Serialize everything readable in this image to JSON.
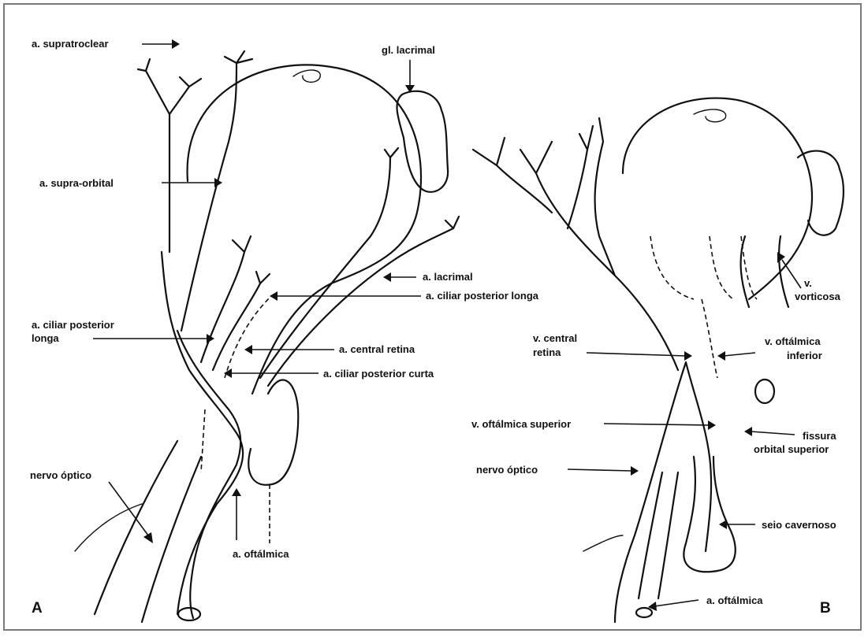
{
  "panels": [
    {
      "letter": "A",
      "labels": {
        "supratroclear": "a. supratroclear",
        "gl_lacrimal": "gl. lacrimal",
        "supra_orbital": "a. supra-orbital",
        "lacrimal": "a. lacrimal",
        "ciliar_post_longa_right": "a. ciliar posterior longa",
        "ciliar_post_longa_left_1": "a. ciliar posterior",
        "ciliar_post_longa_left_2": "longa",
        "central_retina": "a. central retina",
        "ciliar_post_curta": "a. ciliar posterior curta",
        "nervo_optico": "nervo óptico",
        "oftalmica": "a. oftálmica"
      }
    },
    {
      "letter": "B",
      "labels": {
        "vorticosa_1": "v.",
        "vorticosa_2": "vorticosa",
        "central_retina_1": "v. central",
        "central_retina_2": "retina",
        "oftalmica_inferior_1": "v. oftálmica",
        "oftalmica_inferior_2": "inferior",
        "oftalmica_superior": "v. oftálmica superior",
        "fissura_1": "fissura",
        "fissura_2": "orbital superior",
        "nervo_optico": "nervo óptico",
        "seio_cavernoso": "seio cavernoso",
        "oftalmica": "a. oftálmica"
      }
    }
  ]
}
